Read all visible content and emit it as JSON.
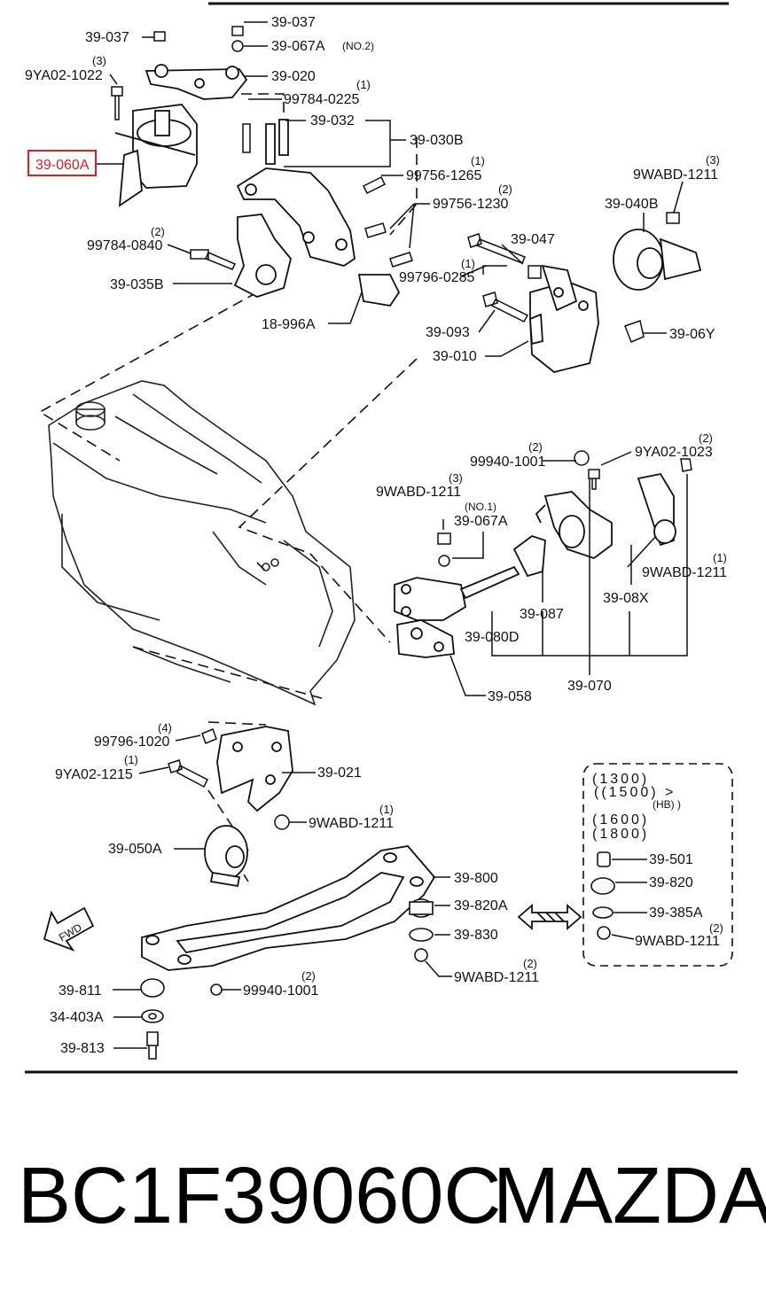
{
  "highlight_color": "#e02020",
  "footer": {
    "part_number": "BC1F39060C",
    "brand": "MAZDA"
  },
  "labels": {
    "l_39_037_a": "39-037",
    "l_39_037_b": "39-037",
    "l_39_067a_no2": "39-067A",
    "l_no2": "(NO.2)",
    "l_9ya02_1022": "9YA02-1022",
    "q_9ya02_1022": "(3)",
    "l_39_020": "39-020",
    "l_99784_0225": "99784-0225",
    "q_99784_0225": "(1)",
    "l_39_032": "39-032",
    "l_39_030b": "39-030B",
    "l_39_060a": "39-060A",
    "l_99756_1265": "99756-1265",
    "q_99756_1265": "(1)",
    "l_9wabd_1211_a": "9WABD-1211",
    "q_9wabd_1211_a": "(3)",
    "l_99756_1230": "99756-1230",
    "q_99756_1230": "(2)",
    "l_39_040b": "39-040B",
    "l_99784_0840": "99784-0840",
    "q_99784_0840": "(2)",
    "l_39_047": "39-047",
    "l_39_035b": "39-035B",
    "l_99796_0285": "99796-0285",
    "q_99796_0285": "(1)",
    "l_18_996a": "18-996A",
    "l_39_093": "39-093",
    "l_39_06y": "39-06Y",
    "l_39_010": "39-010",
    "l_99940_1001_a": "99940-1001",
    "q_99940_1001_a": "(2)",
    "l_9ya02_1023": "9YA02-1023",
    "q_9ya02_1023": "(2)",
    "l_9wabd_1211_b": "9WABD-1211",
    "q_9wabd_1211_b": "(3)",
    "l_no1": "(NO.1)",
    "l_39_067a_no1": "39-067A",
    "l_9wabd_1211_c": "9WABD-1211",
    "q_9wabd_1211_c": "(1)",
    "l_39_087": "39-087",
    "l_39_08x": "39-08X",
    "l_39_080d": "39-080D",
    "l_39_070": "39-070",
    "l_39_058": "39-058",
    "l_99796_1020": "99796-1020",
    "q_99796_1020": "(4)",
    "l_9ya02_1215": "9YA02-1215",
    "q_9ya02_1215": "(1)",
    "l_39_021": "39-021",
    "l_9wabd_1211_d": "9WABD-1211",
    "q_9wabd_1211_d": "(1)",
    "l_39_050a": "39-050A",
    "l_39_800": "39-800",
    "l_39_820a": "39-820A",
    "l_39_830": "39-830",
    "l_9wabd_1211_e": "9WABD-1211",
    "q_9wabd_1211_e": "(2)",
    "l_39_811": "39-811",
    "l_99940_1001_b": "99940-1001",
    "q_99940_1001_b": "(2)",
    "l_34_403a": "34-403A",
    "l_39_813": "39-813",
    "l_fwd": "FWD",
    "box_1300": "(1300)",
    "box_1500": "((1500) >",
    "box_hb": "(HB) )",
    "box_1600": "(1600)",
    "box_1800": "(1800)",
    "l_39_501": "39-501",
    "l_39_820": "39-820",
    "l_39_385a": "39-385A",
    "l_9wabd_1211_f": "9WABD-1211",
    "q_9wabd_1211_f": "(2)"
  }
}
